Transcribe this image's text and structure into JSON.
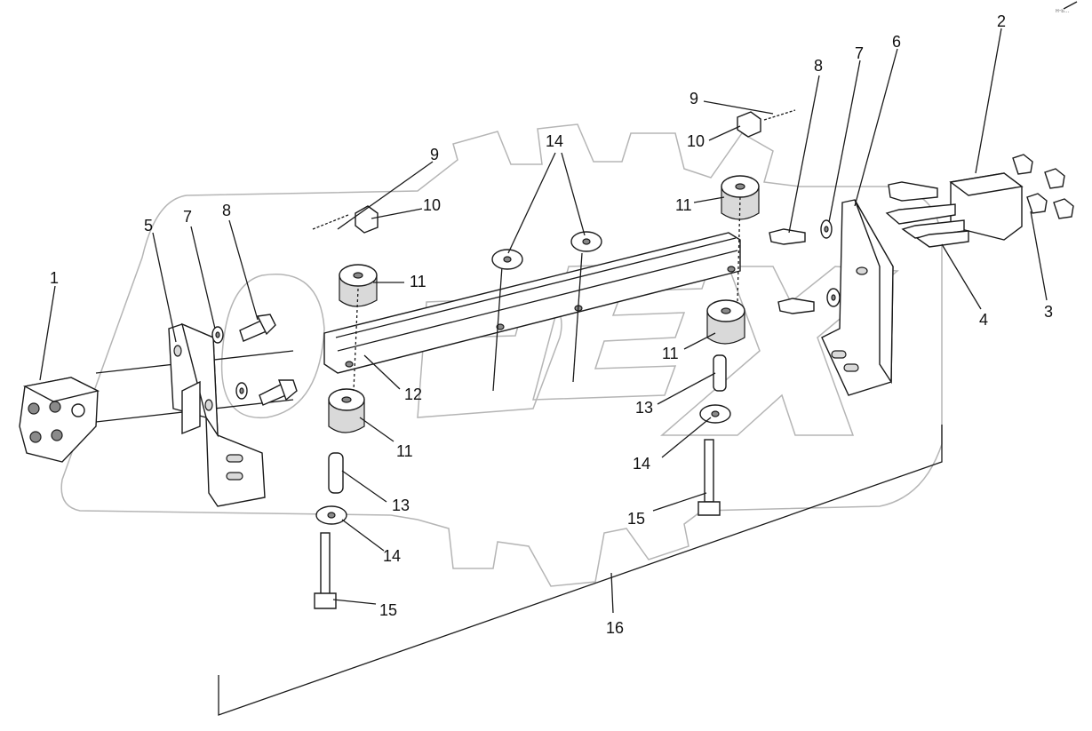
{
  "diagram": {
    "corner_mark": "н-ь...",
    "callouts": [
      {
        "id": "c1",
        "text": "1"
      },
      {
        "id": "c2",
        "text": "2"
      },
      {
        "id": "c3",
        "text": "3"
      },
      {
        "id": "c4",
        "text": "4"
      },
      {
        "id": "c5",
        "text": "5"
      },
      {
        "id": "c6",
        "text": "6"
      },
      {
        "id": "c7a",
        "text": "7"
      },
      {
        "id": "c7b",
        "text": "7"
      },
      {
        "id": "c8a",
        "text": "8"
      },
      {
        "id": "c8b",
        "text": "8"
      },
      {
        "id": "c9a",
        "text": "9"
      },
      {
        "id": "c9b",
        "text": "9"
      },
      {
        "id": "c10a",
        "text": "10"
      },
      {
        "id": "c10b",
        "text": "10"
      },
      {
        "id": "c11a",
        "text": "11"
      },
      {
        "id": "c11b",
        "text": "11"
      },
      {
        "id": "c11c",
        "text": "11"
      },
      {
        "id": "c11d",
        "text": "11"
      },
      {
        "id": "c12",
        "text": "12"
      },
      {
        "id": "c13a",
        "text": "13"
      },
      {
        "id": "c13b",
        "text": "13"
      },
      {
        "id": "c14a",
        "text": "14"
      },
      {
        "id": "c14b",
        "text": "14"
      },
      {
        "id": "c14c",
        "text": "14"
      },
      {
        "id": "c15a",
        "text": "15"
      },
      {
        "id": "c15b",
        "text": "15"
      },
      {
        "id": "c16",
        "text": "16"
      }
    ]
  }
}
